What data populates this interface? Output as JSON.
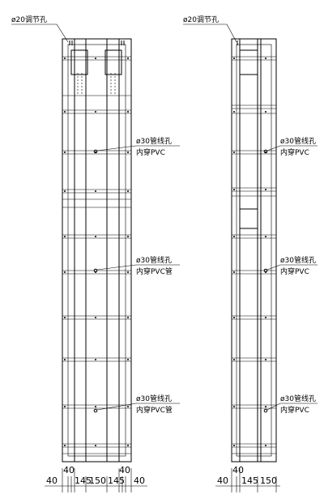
{
  "left_view": {
    "hole_top_label": "ø20调节孔",
    "callouts": [
      {
        "line1": "ø30管线孔",
        "line2": "内穿PVC"
      },
      {
        "line1": "ø30管线孔",
        "line2": "内穿PVC管"
      },
      {
        "line1": "ø30管线孔",
        "line2": "内穿PVC管"
      }
    ],
    "dim_top": [
      "40",
      "40"
    ],
    "dim_bottom": [
      "40",
      "145",
      "150",
      "145",
      "40"
    ]
  },
  "right_view": {
    "hole_top_label": "ø20调节孔",
    "callouts": [
      {
        "line1": "ø30管线孔",
        "line2": "内穿PVC"
      },
      {
        "line1": "ø30管线孔",
        "line2": "内穿PVC"
      },
      {
        "line1": "ø30管线孔",
        "line2": "内穿PVC"
      }
    ],
    "dim_top": [
      "40"
    ],
    "dim_bottom": [
      "40",
      "145",
      "150"
    ]
  }
}
